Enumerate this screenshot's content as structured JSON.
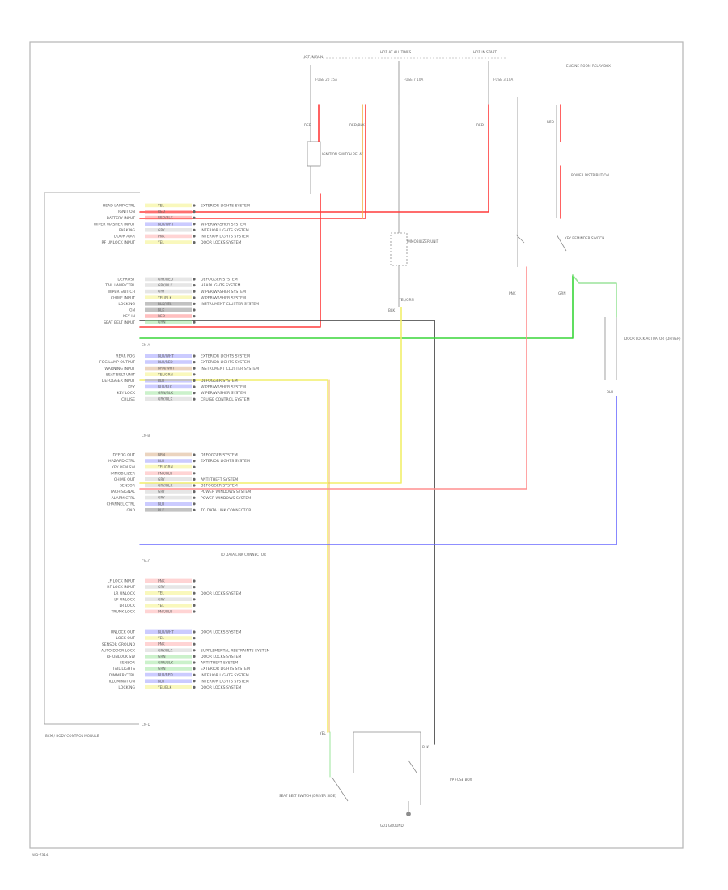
{
  "diagram": {
    "module_label": "BCM / BODY CONTROL MODULE",
    "module_connector_a": "CN-A",
    "module_connector_b": "CN-B",
    "module_connector_c": "CN-C",
    "module_connector_d": "CN-D",
    "footer_code": "WD-7314",
    "top_labels": {
      "hot_in_run": "HOT IN RUN",
      "hot_at_all_times": "HOT AT ALL TIMES",
      "hot_in_start": "HOT IN START",
      "engine_room_box": "ENGINE ROOM RELAY BOX"
    },
    "fuses": [
      {
        "label": "FUSE 20 15A"
      },
      {
        "label": "FUSE 7 10A"
      },
      {
        "label": "FUSE 3 10A"
      }
    ],
    "components": {
      "ignition_switch_relay": "IGNITION SWITCH RELAY",
      "power_distribution": "POWER DISTRIBUTION",
      "immobilizer_unit": "IMMOBILIZER UNIT",
      "key_reminder_switch": "KEY REMINDER SWITCH",
      "seat_belt_switch": "SEAT BELT SWITCH (DRIVER SIDE)",
      "door_lock_actuator": "DOOR LOCK ACTUATOR (DRIVER)",
      "ground_note": "G01 GROUND",
      "data_link": "TO DATA LINK CONNECTOR",
      "fuse_box_label": "I/P FUSE BOX"
    },
    "pins_group1": [
      {
        "name": "HEAD LAMP CTRL",
        "color": "YEL",
        "dest": "EXTERIOR LIGHTS SYSTEM"
      },
      {
        "name": "IGNITION",
        "color": "RED",
        "dest": ""
      },
      {
        "name": "BATTERY INPUT",
        "color": "RED/BLK",
        "dest": ""
      },
      {
        "name": "WIPER WASHER INPUT",
        "color": "BLU/WHT",
        "dest": "WIPER/WASHER SYSTEM"
      },
      {
        "name": "PARKING",
        "color": "GRY",
        "dest": "INTERIOR LIGHTS SYSTEM"
      },
      {
        "name": "DOOR AJAR",
        "color": "PNK",
        "dest": "INTERIOR LIGHTS SYSTEM"
      },
      {
        "name": "RF UNLOCK INPUT",
        "color": "YEL",
        "dest": "DOOR LOCKS SYSTEM"
      }
    ],
    "pins_group2": [
      {
        "name": "DEFROST",
        "color": "GRY/RED",
        "dest": "DEFOGGER SYSTEM"
      },
      {
        "name": "TAIL LAMP CTRL",
        "color": "GRY/BLK",
        "dest": "HEADLIGHTS SYSTEM"
      },
      {
        "name": "WIPER SWITCH",
        "color": "GRY",
        "dest": "WIPER/WASHER SYSTEM"
      },
      {
        "name": "CHIME INPUT",
        "color": "YEL/BLK",
        "dest": "WIPER/WASHER SYSTEM"
      },
      {
        "name": "LOCKING",
        "color": "BLK/YEL",
        "dest": "INSTRUMENT CLUSTER SYSTEM"
      },
      {
        "name": "IGN",
        "color": "BLK",
        "dest": ""
      },
      {
        "name": "KEY IN",
        "color": "RED",
        "dest": ""
      },
      {
        "name": "SEAT BELT INPUT",
        "color": "GRN",
        "dest": ""
      }
    ],
    "pins_group3": [
      {
        "name": "REAR FOG",
        "color": "BLU/WHT",
        "dest": "EXTERIOR LIGHTS SYSTEM"
      },
      {
        "name": "FOG LAMP OUTPUT",
        "color": "BLU/RED",
        "dest": "EXTERIOR LIGHTS SYSTEM"
      },
      {
        "name": "WARNING INPUT",
        "color": "BRN/WHT",
        "dest": "INSTRUMENT CLUSTER SYSTEM"
      },
      {
        "name": "SEAT BELT UNIT",
        "color": "YEL/GRN",
        "dest": ""
      },
      {
        "name": "DEFOGGER INPUT",
        "color": "BLU",
        "dest": "DEFOGGER SYSTEM"
      },
      {
        "name": "KEY",
        "color": "BLU/BLK",
        "dest": "WIPER/WASHER SYSTEM"
      },
      {
        "name": "KEY LOCK",
        "color": "GRN/BLK",
        "dest": "WIPER/WASHER SYSTEM"
      },
      {
        "name": "CRUISE",
        "color": "GRY/BLK",
        "dest": "CRUISE CONTROL SYSTEM"
      }
    ],
    "pins_group4": [
      {
        "name": "DEFOG OUT",
        "color": "BRN",
        "dest": "DEFOGGER SYSTEM"
      },
      {
        "name": "HAZARD CTRL",
        "color": "BLU",
        "dest": "EXTERIOR LIGHTS SYSTEM"
      },
      {
        "name": "KEY REM SW",
        "color": "YEL/GRN",
        "dest": ""
      },
      {
        "name": "IMMOBILIZER",
        "color": "PNK/BLU",
        "dest": ""
      },
      {
        "name": "CHIME OUT",
        "color": "GRY",
        "dest": "ANTI-THEFT SYSTEM"
      },
      {
        "name": "SENSOR",
        "color": "GRY/BLK",
        "dest": "DEFOGGER SYSTEM"
      },
      {
        "name": "TACH SIGNAL",
        "color": "GRY",
        "dest": "POWER WINDOWS SYSTEM"
      },
      {
        "name": "ALARM CTRL",
        "color": "GRY",
        "dest": "POWER WINDOWS SYSTEM"
      },
      {
        "name": "CHANNEL CTRL",
        "color": "BLU",
        "dest": ""
      },
      {
        "name": "GND",
        "color": "BLK",
        "dest": "TO DATA LINK CONNECTOR"
      }
    ],
    "pins_group5": [
      {
        "name": "LF LOCK INPUT",
        "color": "PNK",
        "dest": ""
      },
      {
        "name": "RF LOCK INPUT",
        "color": "GRY",
        "dest": ""
      },
      {
        "name": "LR UNLOCK",
        "color": "YEL",
        "dest": "DOOR LOCKS SYSTEM"
      },
      {
        "name": "LF UNLOCK",
        "color": "GRY",
        "dest": ""
      },
      {
        "name": "LR LOCK",
        "color": "YEL",
        "dest": ""
      },
      {
        "name": "TRUNK LOCK",
        "color": "PNK/BLU",
        "dest": ""
      }
    ],
    "pins_group6": [
      {
        "name": "UNLOCK OUT",
        "color": "BLU/WHT",
        "dest": "DOOR LOCKS SYSTEM"
      },
      {
        "name": "LOCK OUT",
        "color": "YEL",
        "dest": ""
      },
      {
        "name": "SENSOR GROUND",
        "color": "PNK",
        "dest": ""
      },
      {
        "name": "AUTO DOOR LOCK",
        "color": "GRY/BLK",
        "dest": "SUPPLEMENTAL RESTRAINTS SYSTEM"
      },
      {
        "name": "RF UNLOCK SW",
        "color": "GRN",
        "dest": "DOOR LOCKS SYSTEM"
      },
      {
        "name": "SENSOR",
        "color": "GRN/BLK",
        "dest": "ANTI-THEFT SYSTEM"
      },
      {
        "name": "TAIL LIGHTS",
        "color": "GRN",
        "dest": "EXTERIOR LIGHTS SYSTEM"
      },
      {
        "name": "DIMMER CTRL",
        "color": "BLU/RED",
        "dest": "INTERIOR LIGHTS SYSTEM"
      },
      {
        "name": "ILLUMINATION",
        "color": "BLU",
        "dest": "INTERIOR LIGHTS SYSTEM"
      },
      {
        "name": "LOCKING",
        "color": "YEL/BLK",
        "dest": "DOOR LOCKS SYSTEM"
      }
    ],
    "wire_tags": {
      "w1": "RED",
      "w2": "RED",
      "w3": "RED/BLK",
      "w4": "RED",
      "w5": "BLK",
      "w6": "GRN",
      "w7": "YEL",
      "w8": "PNK",
      "w9": "BLU",
      "w10": "BLK",
      "w11": "YEL/GRN"
    },
    "colors": {
      "red": "#ff3b3b",
      "pink": "#ff8f8f",
      "black": "#3a3a3a",
      "green": "#39d639",
      "yellow": "#f2ef6a",
      "orange": "#f2b24a",
      "blue": "#6a6aff",
      "lightgreen": "#9be49b",
      "outline": "#8c8c8c"
    }
  }
}
